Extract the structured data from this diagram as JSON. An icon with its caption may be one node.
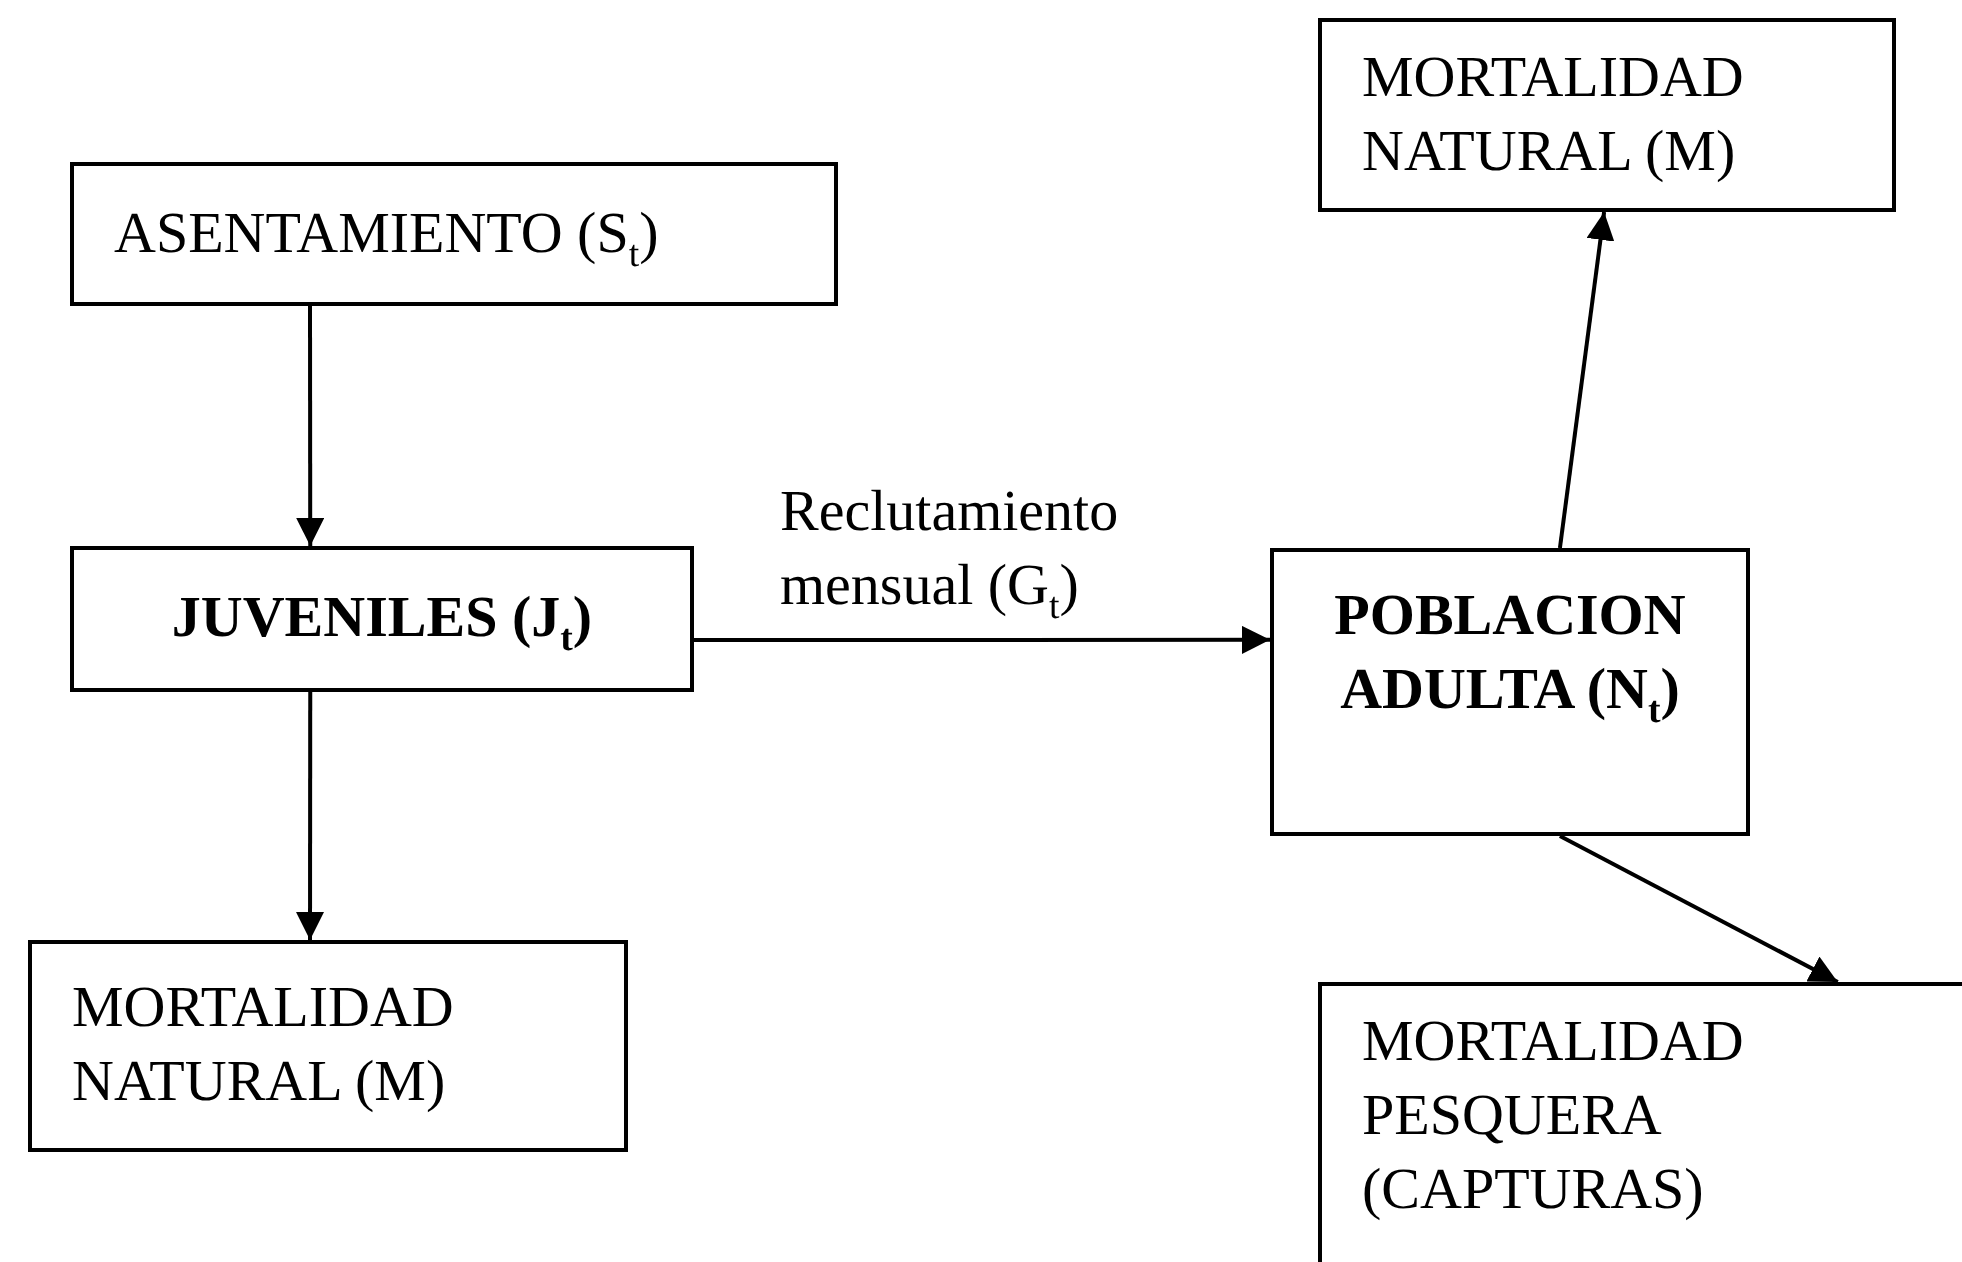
{
  "diagram": {
    "nodes": [
      {
        "text": [
          "ASENTAMIENTO (S$_{t}$)"
        ]
      },
      {
        "text": [
          "JUVENILES (J$_{t}$)"
        ]
      },
      {
        "text": [
          "MORTALIDAD NATURAL (M)"
        ]
      },
      {
        "text": [
          "POBLACION ADULTA (N$_{t}$)"
        ]
      },
      {
        "text": [
          "MORTALIDAD NATURAL (M)"
        ]
      },
      {
        "text": [
          "MORTALIDAD PESQUERA (CAPTURAS)"
        ]
      }
    ],
    "edges": [
      {
        "from": 0,
        "to": 1,
        "arrow": "to"
      },
      {
        "from": 1,
        "to": 2,
        "arrow": "to"
      },
      {
        "from": 1,
        "to": 3,
        "arrow": "to",
        "label": "Reclutamiento mensual (G$_{t}$)"
      },
      {
        "from": 3,
        "to": 4,
        "arrow": "to"
      },
      {
        "from": 3,
        "to": 5,
        "arrow": "to"
      }
    ]
  }
}
